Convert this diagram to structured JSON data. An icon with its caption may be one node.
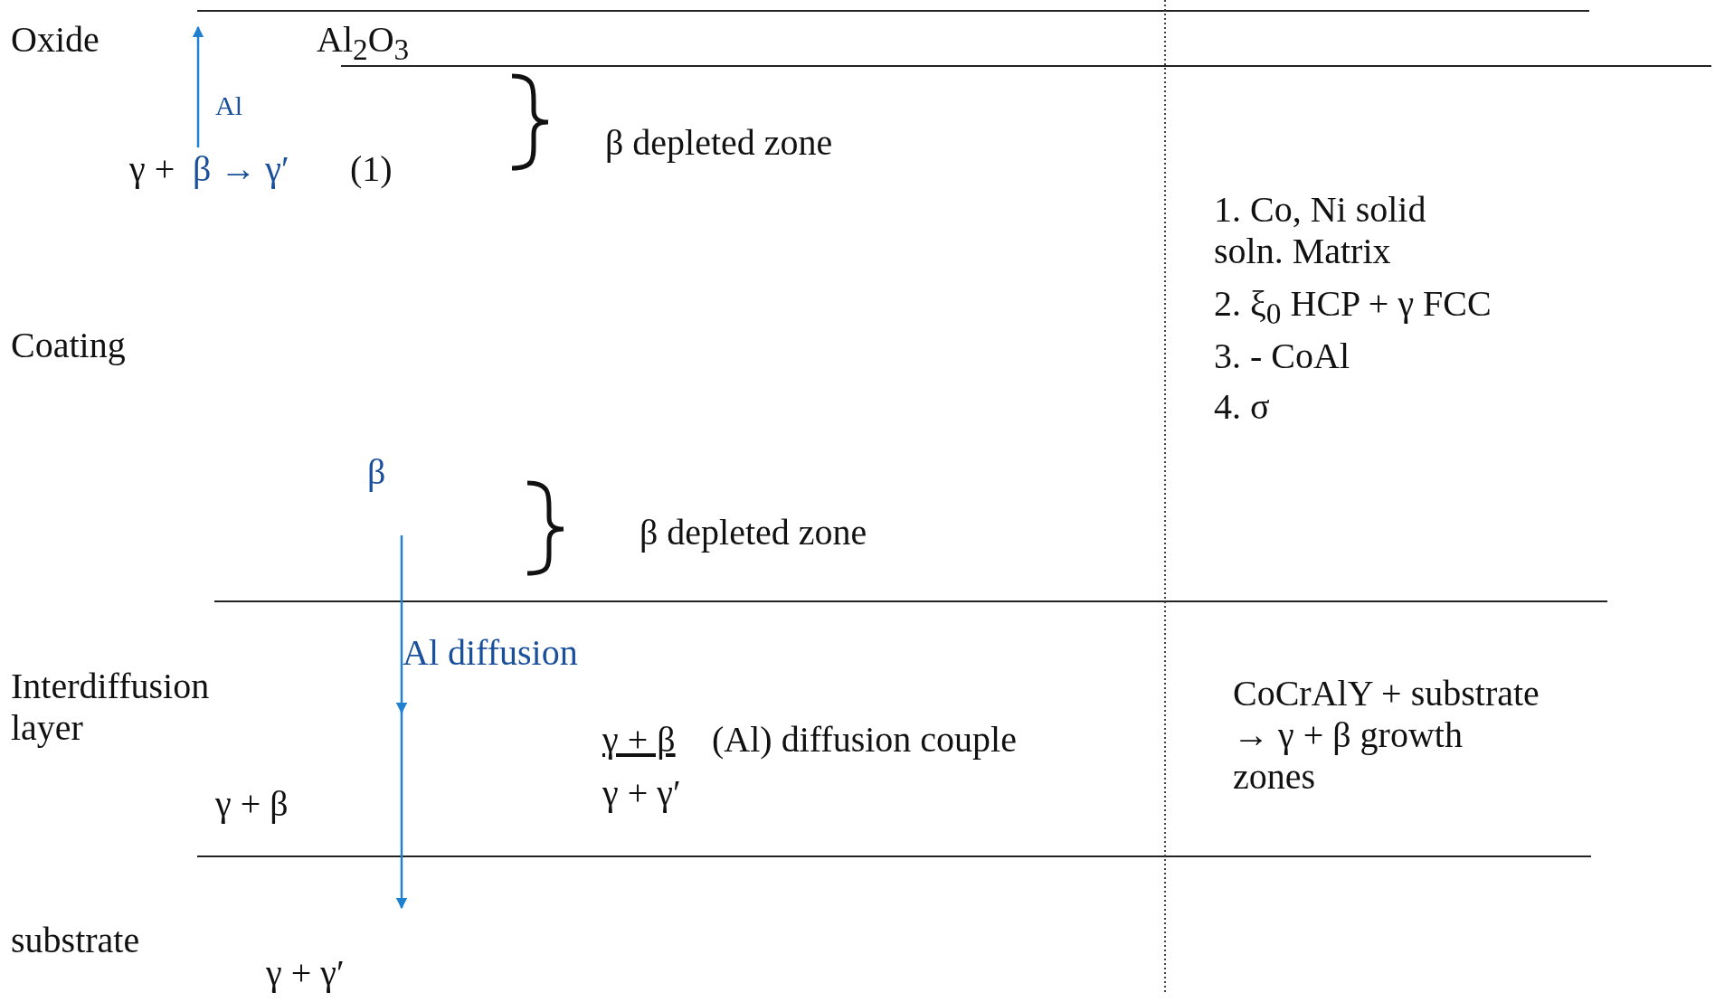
{
  "diagram": {
    "labels": [
      "Oxide",
      "Al$_{2}$O$_{3}$",
      "Al",
      "β depleted zone",
      "γ +",
      "β → γ′",
      "(1)",
      "1. Co, Ni solid soln. Matrix",
      "2. ξ$_{0}$ HCP + γ FCC",
      "3. - CoAl",
      "4. σ",
      "Coating",
      "β",
      "β depleted zone",
      "Al diffusion",
      "Interdiffusion layer",
      "CoCrAlY + substrate → γ + β growth zones",
      "γ + β",
      "(Al) diffusion couple",
      "γ + β",
      "γ + γ′",
      "substrate",
      "γ + γ′"
    ]
  }
}
